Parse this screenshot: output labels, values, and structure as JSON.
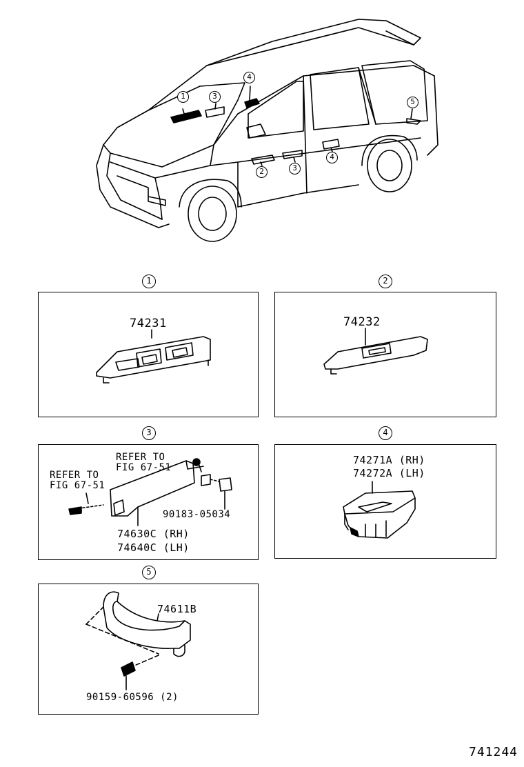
{
  "callouts": {
    "c1": "1",
    "c2": "2",
    "c3": "3",
    "c4": "4",
    "c5": "5"
  },
  "van_callouts": [
    "1",
    "3",
    "4",
    "5",
    "2",
    "3",
    "4"
  ],
  "panel1": {
    "part": "74231"
  },
  "panel2": {
    "part": "74232"
  },
  "panel3": {
    "refer_a_line1": "REFER TO",
    "refer_a_line2": "FIG 67-51",
    "refer_b_line1": "REFER TO",
    "refer_b_line2": "FIG 67-51",
    "clip_part": "90183-05034",
    "part_rh": "74630C (RH)",
    "part_lh": "74640C (LH)"
  },
  "panel4": {
    "part_rh": "74271A (RH)",
    "part_lh": "74272A (LH)"
  },
  "panel5": {
    "part": "74611B",
    "bolt_part": "90159-60596 (2)"
  },
  "figure_number": "741244"
}
